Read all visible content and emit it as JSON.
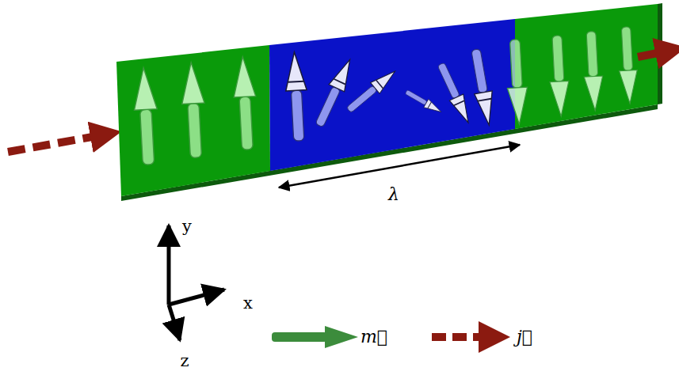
{
  "diagram": {
    "labels": [
      "λ",
      "y",
      "x",
      "z"
    ],
    "legend": [
      {
        "text": "m⃗"
      },
      {
        "text": "j⃗"
      }
    ]
  }
}
